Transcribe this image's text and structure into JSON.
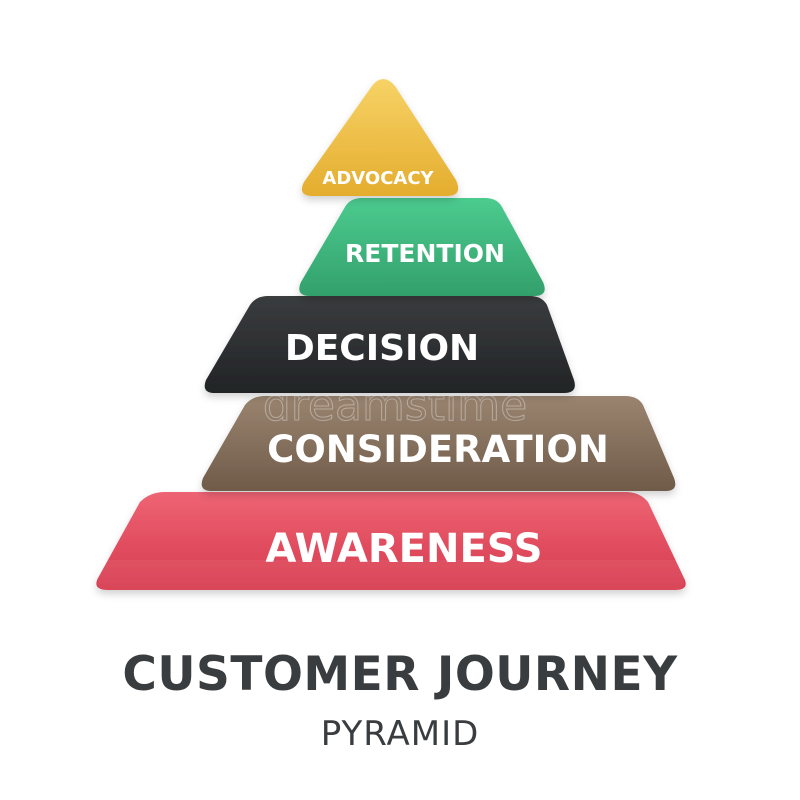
{
  "tiers": [
    {
      "label": "ADVOCACY",
      "color": "#f0c04a"
    },
    {
      "label": "RETENTION",
      "color": "#3fb87f"
    },
    {
      "label": "DECISION",
      "color": "#2f3133"
    },
    {
      "label": "CONSIDERATION",
      "color": "#8a735e"
    },
    {
      "label": "AWARENESS",
      "color": "#e34d5f"
    }
  ],
  "title": "CUSTOMER JOURNEY",
  "subtitle": "PYRAMID",
  "watermark": "dreamstime"
}
